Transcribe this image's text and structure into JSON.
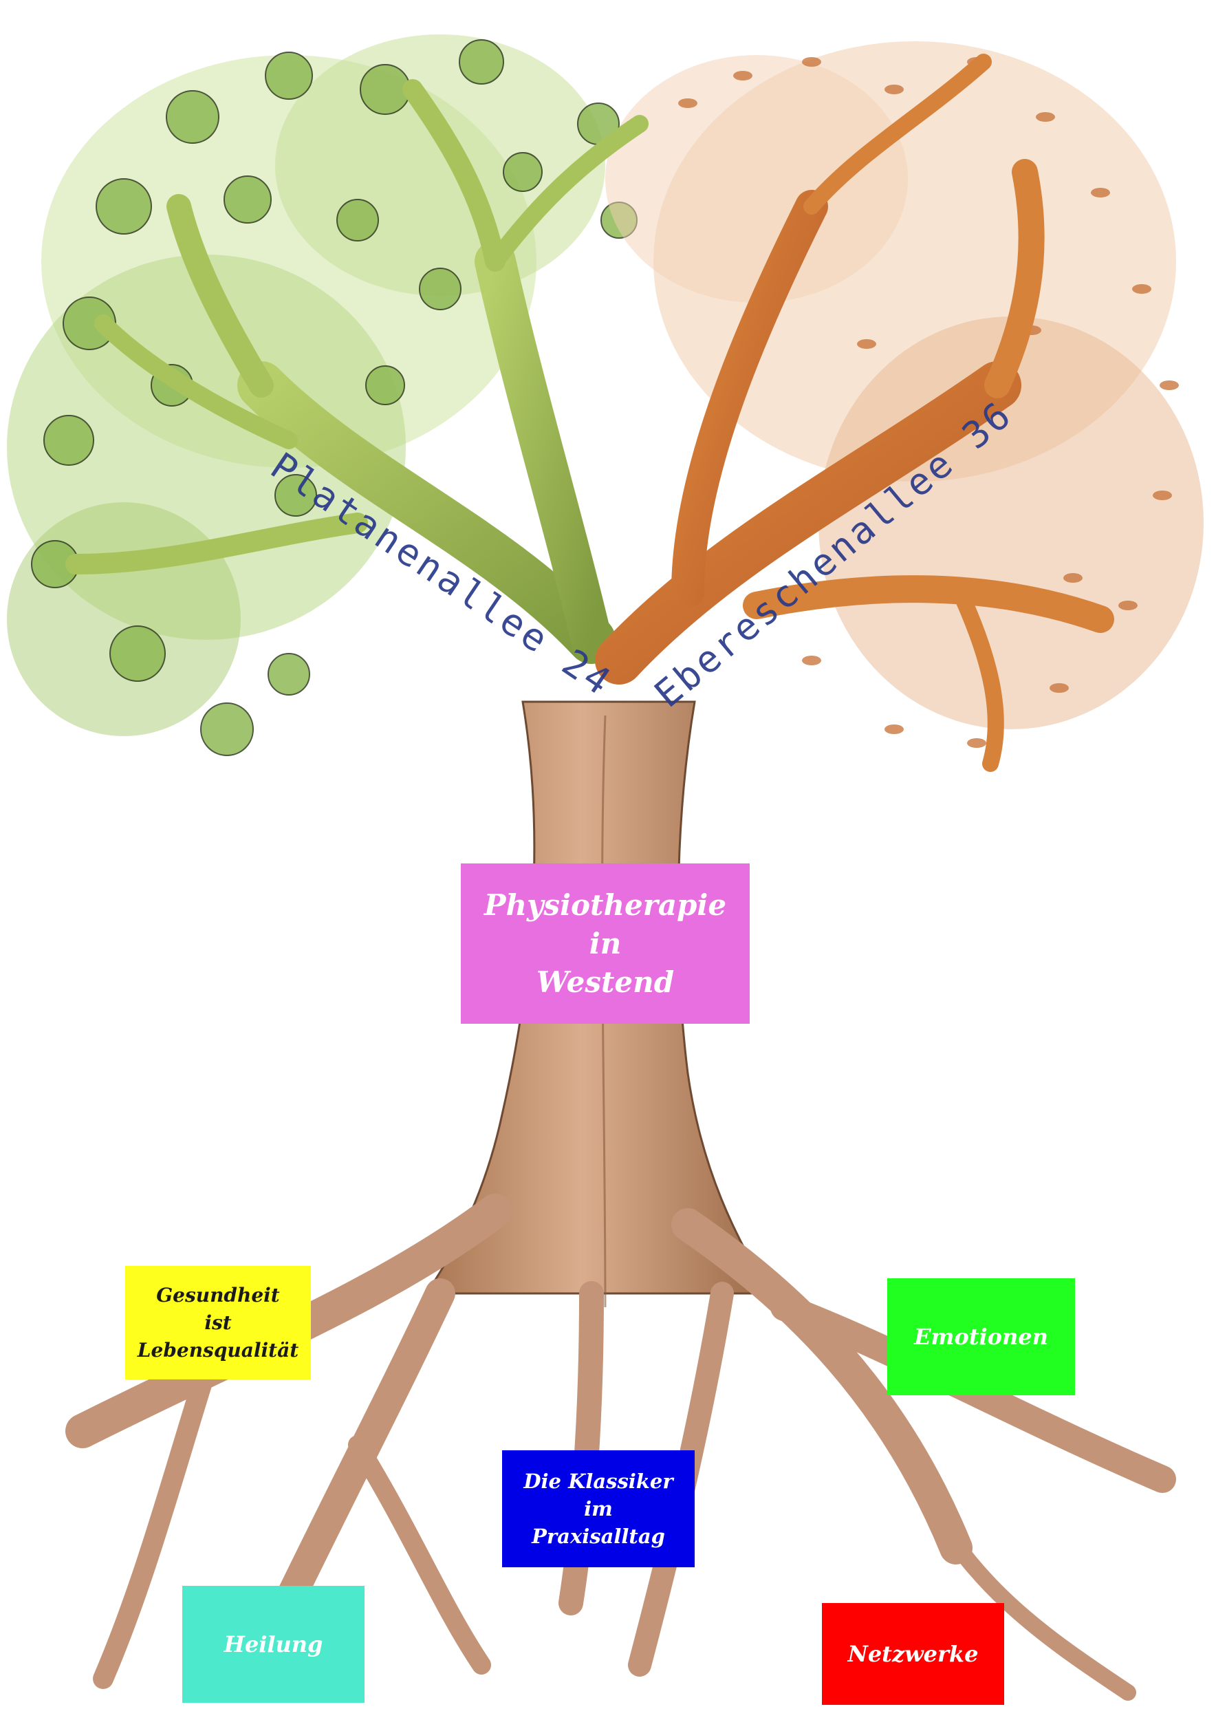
{
  "tree": {
    "branch_left_label": "Platanenallee 24",
    "branch_right_label": "Ebereschenallee 36",
    "colors": {
      "left_foliage": "#9fc46a",
      "right_foliage": "#c9733a",
      "trunk": "#b98560",
      "root": "#c49478",
      "label_ink": "#2a3a8a"
    }
  },
  "center_box": {
    "label": "Physiotherapie\nin\nWestend",
    "color": "#e76fe0",
    "text_color": "#ffffff"
  },
  "root_boxes": [
    {
      "id": "gesundheit",
      "label": "Gesundheit\nist\nLebensqualität",
      "color": "#ffff1e",
      "text_color": "#1a1a1a"
    },
    {
      "id": "emotionen",
      "label": "Emotionen",
      "color": "#21ff21",
      "text_color": "#ffffff"
    },
    {
      "id": "klassiker",
      "label": "Die Klassiker\nim\nPraxisalltag",
      "color": "#0000e6",
      "text_color": "#ffffff"
    },
    {
      "id": "heilung",
      "label": "Heilung",
      "color": "#4ce9cc",
      "text_color": "#ffffff"
    },
    {
      "id": "netzwerke",
      "label": "Netzwerke",
      "color": "#ff0000",
      "text_color": "#ffffff"
    }
  ]
}
